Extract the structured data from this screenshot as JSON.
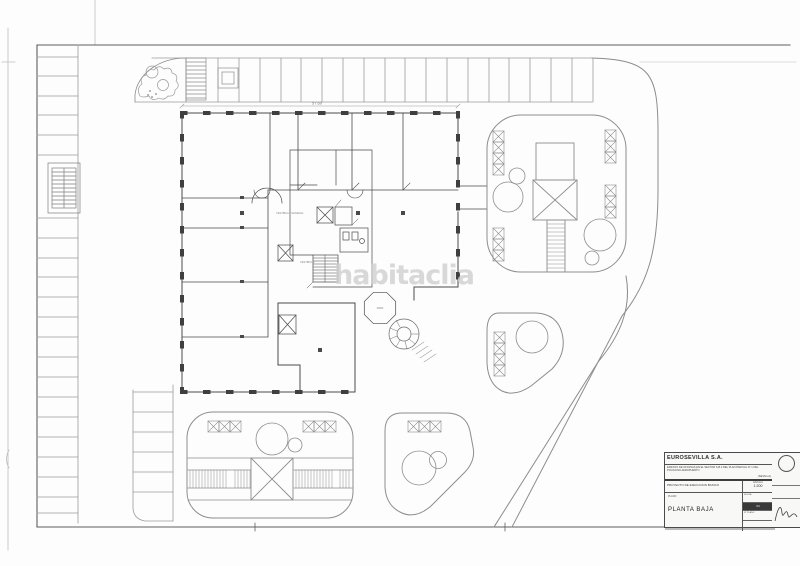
{
  "watermark": {
    "text": "habitaclia"
  },
  "plan": {
    "top_dimension": "57.60",
    "core_label_1": "VESTIBULO GENERAL",
    "core_label_2": "VESTIBULO"
  },
  "title_block": {
    "company": "EUROSEVILLA S.A.",
    "description_line1": "EDIFICIO DE OFICINAS EN EL SECTOR S-B 2 DEL PLAN PARCIAL Nº 1 DEL",
    "description_line2": "POLIGONO AEROPUERTO",
    "location": "(SEVILLA)",
    "phase": "PROYECTO DE EJECUCION BASICO",
    "plan_label": "PLANO",
    "drawing_title": "PLANTA BAJA",
    "scale_label": "ESCALA",
    "scale_value": "1:200",
    "date_label": "FECHA",
    "sheet_label": "Nº PLANO",
    "sheet_value": "04"
  },
  "colors": {
    "paper": "#fdfdfd",
    "building_line": "#4a4a4a",
    "site_line": "#5f5f5f",
    "landscape_line": "#8d8d8d",
    "parking_line": "#9b9b9b",
    "faint_line": "#cfcfcf",
    "watermark": "#cfcfcf"
  }
}
